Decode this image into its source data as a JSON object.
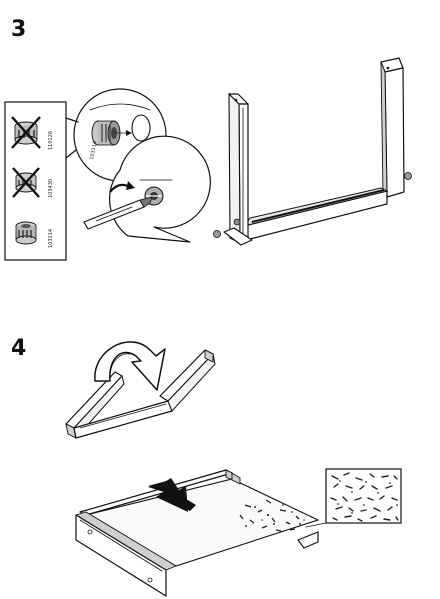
{
  "steps": [
    {
      "number": "3"
    },
    {
      "number": "4"
    }
  ],
  "fittings": [
    {
      "part_number": "110126",
      "status": "crossed-out"
    },
    {
      "part_number": "103430",
      "status": "crossed-out"
    },
    {
      "part_number": "103114",
      "status": "correct"
    }
  ],
  "detail_callout": {
    "part_number": "103114"
  },
  "icons": [
    "cam-lock-fitting-icon",
    "screwdriver-icon",
    "rotation-arrow-icon",
    "push-arrow-icon",
    "cross-mark-icon"
  ]
}
